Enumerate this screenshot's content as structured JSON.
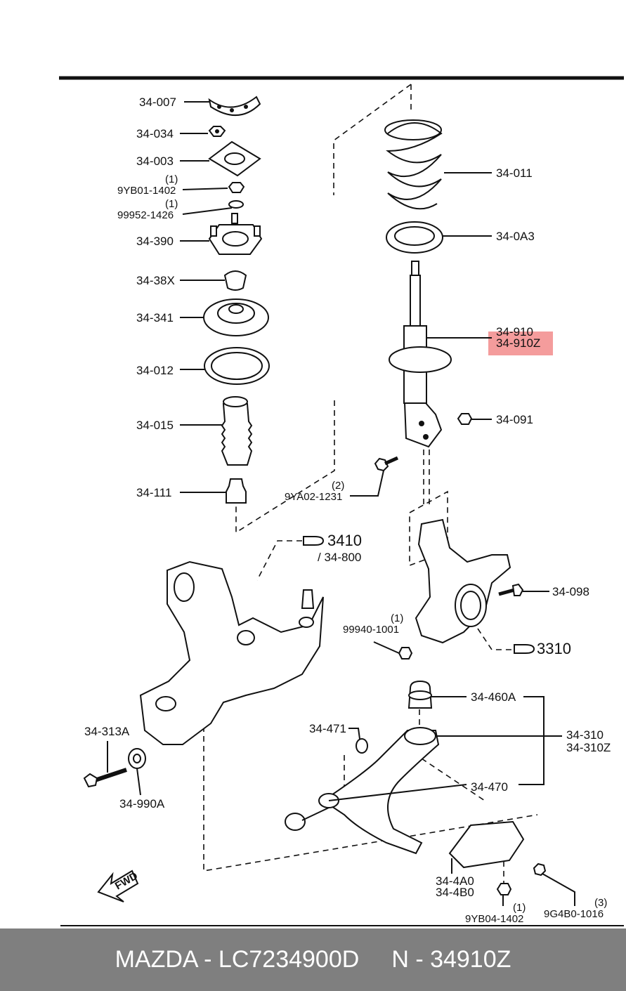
{
  "parts": {
    "p34_007": "34-007",
    "p34_034": "34-034",
    "p34_003": "34-003",
    "p9yb01_qty": "(1)",
    "p9yb01": "9YB01-1402",
    "p99952_qty": "(1)",
    "p99952": "99952-1426",
    "p34_390": "34-390",
    "p34_38x": "34-38X",
    "p34_341": "34-341",
    "p34_012": "34-012",
    "p34_015": "34-015",
    "p34_111": "34-111",
    "p9ya02_qty": "(2)",
    "p9ya02": "9YA02-1231",
    "p34_011": "34-011",
    "p34_0a3": "34-0A3",
    "p34_910": "34-910",
    "p34_910z": "34-910Z",
    "p34_091": "34-091",
    "p3410": "3410",
    "p34_800": "/ 34-800",
    "p34_098": "34-098",
    "p99940_qty": "(1)",
    "p99940": "99940-1001",
    "p3310": "3310",
    "p34_460a": "34-460A",
    "p34_471": "34-471",
    "p34_310": "34-310",
    "p34_310z": "34-310Z",
    "p34_313a": "34-313A",
    "p34_990a": "34-990A",
    "p34_470": "34-470",
    "p34_4a0": "34-4A0",
    "p34_4b0": "34-4B0",
    "p9yb04_qty": "(1)",
    "p9yb04": "9YB04-1402",
    "p9g4b0_qty": "(3)",
    "p9g4b0": "9G4B0-1016",
    "fwd": "FWD"
  },
  "highlight_color": "#f28b8b",
  "footer": {
    "brand_part": "MAZDA - LC7234900D",
    "number": "N - 34910Z"
  }
}
